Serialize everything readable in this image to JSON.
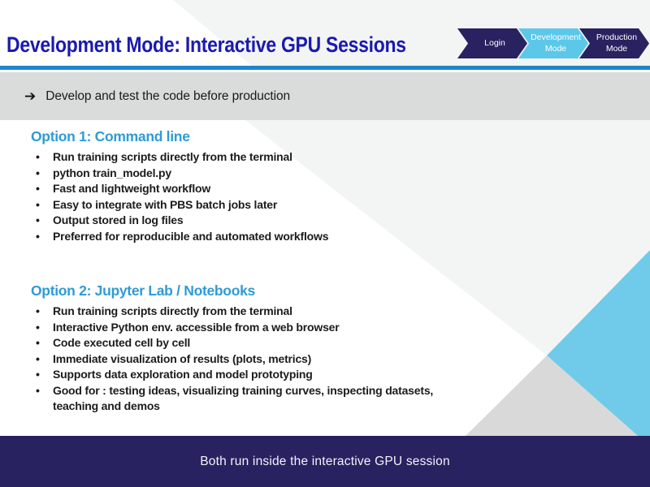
{
  "slide": {
    "title": "Development Mode: Interactive GPU Sessions",
    "subtitle": {
      "arrow_icon": "➔",
      "text": "Develop and test the code before production"
    },
    "footer": "Both run inside the interactive GPU session"
  },
  "steps": [
    {
      "label": "Login",
      "state": "inactive"
    },
    {
      "label": "Development Mode",
      "state": "active"
    },
    {
      "label": "Production Mode",
      "state": "inactive"
    }
  ],
  "options": [
    {
      "heading": "Option 1: Command line",
      "bullets": [
        "Run training scripts directly from the terminal",
        "python train_model.py",
        "Fast and lightweight workflow",
        "Easy to integrate with PBS batch jobs later",
        "Output stored in log files",
        "Preferred for reproducible and automated workflows"
      ]
    },
    {
      "heading": "Option 2: Jupyter Lab / Notebooks",
      "bullets": [
        "Run training scripts directly from the terminal",
        "Interactive Python env. accessible from a web browser",
        "Code executed cell by cell",
        "Immediate visualization of results (plots, metrics)",
        "Supports data exploration and model prototyping",
        "Good for : testing ideas, visualizing training curves, inspecting datasets, teaching and demos"
      ]
    }
  ],
  "colors": {
    "title_blue": "#1a1ab0",
    "heading_blue": "#2e9bd6",
    "rule_blue": "#1e86c8",
    "chevron_navy": "#292260",
    "chevron_lightblue": "#5bc8ea",
    "footer_navy": "#292260",
    "subtitle_band_gray": "#dadbdb",
    "bg_light_gray": "#f3f4f4",
    "triangle_blue": "#6fcbe9",
    "triangle_gray": "#d9d9d9"
  }
}
